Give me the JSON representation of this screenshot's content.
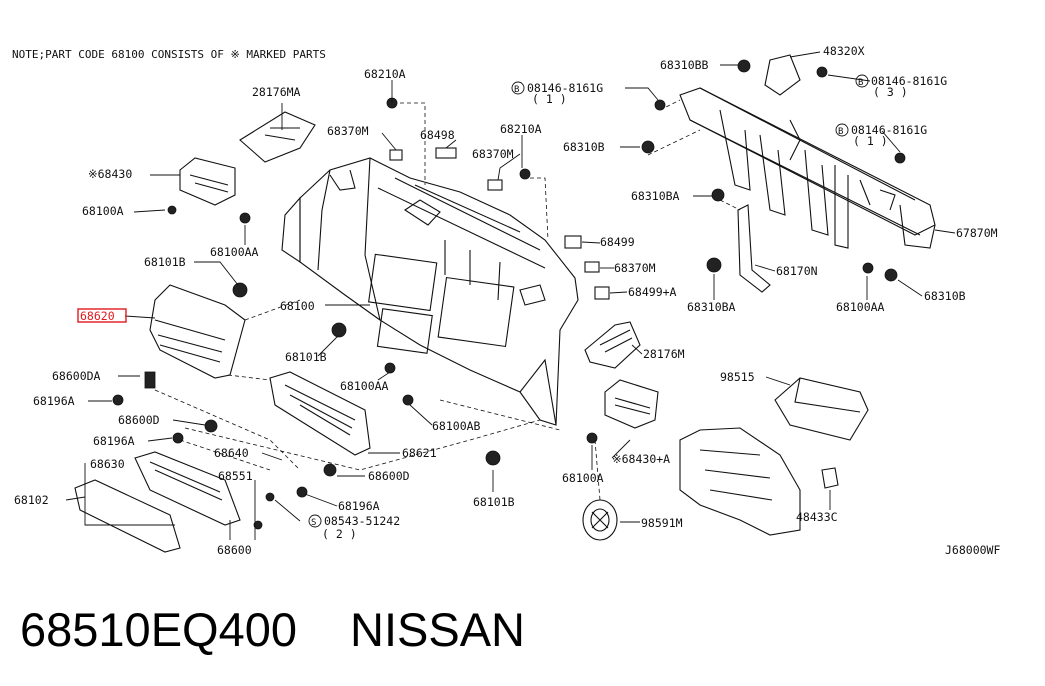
{
  "note": "NOTE;PART CODE 68100 CONSISTS OF ※ MARKED PARTS",
  "diagram_code": "J68000WF",
  "part_number": "68510EQ400",
  "brand": "NISSAN",
  "highlighted_part": "68620",
  "labels": {
    "l28176MA": "28176MA",
    "l68210A_1": "68210A",
    "l68370M_1": "68370M",
    "l68498": "68498",
    "l68430": "※68430",
    "l68100A_1": "68100A",
    "l68100AA_1": "68100AA",
    "l68101B_1": "68101B",
    "l68100": "68100",
    "l68620": "68620",
    "l68101B_2": "68101B",
    "l68600DA": "68600DA",
    "l68196A_1": "68196A",
    "l68100AA_2": "68100AA",
    "l68600D_1": "68600D",
    "l68100AB": "68100AB",
    "l68196A_2": "68196A",
    "l68640": "68640",
    "l68621": "68621",
    "l68630": "68630",
    "l68551": "68551",
    "l68600D_2": "68600D",
    "l68196A_3": "68196A",
    "l68102": "68102",
    "l08543": "08543-51242",
    "l08543q": "( 2 )",
    "l68600": "68600",
    "l68210A_2": "68210A",
    "l68370M_2": "68370M",
    "l08146_1": "08146-8161G",
    "l08146_1q": "( 1 )",
    "l68310BB": "68310BB",
    "l48320X": "48320X",
    "l08146_2": "08146-8161G",
    "l08146_2q": "( 3 )",
    "l08146_3": "08146-8161G",
    "l08146_3q": "( 1 )",
    "l68310B_1": "68310B",
    "l68310BA_1": "68310BA",
    "l68499": "68499",
    "l68370M_3": "68370M",
    "l68499A": "68499+A",
    "l67870M": "67870M",
    "l68170N": "68170N",
    "l68310BA_2": "68310BA",
    "l68100AA_3": "68100AA",
    "l68310B_2": "68310B",
    "l28176M": "28176M",
    "l98515": "98515",
    "l68430A": "※68430+A",
    "l68100A_2": "68100A",
    "l68101B_3": "68101B",
    "l98591M": "98591M",
    "l48433C": "48433C",
    "b1": "B",
    "b2": "B",
    "b3": "B",
    "s1": "S"
  }
}
